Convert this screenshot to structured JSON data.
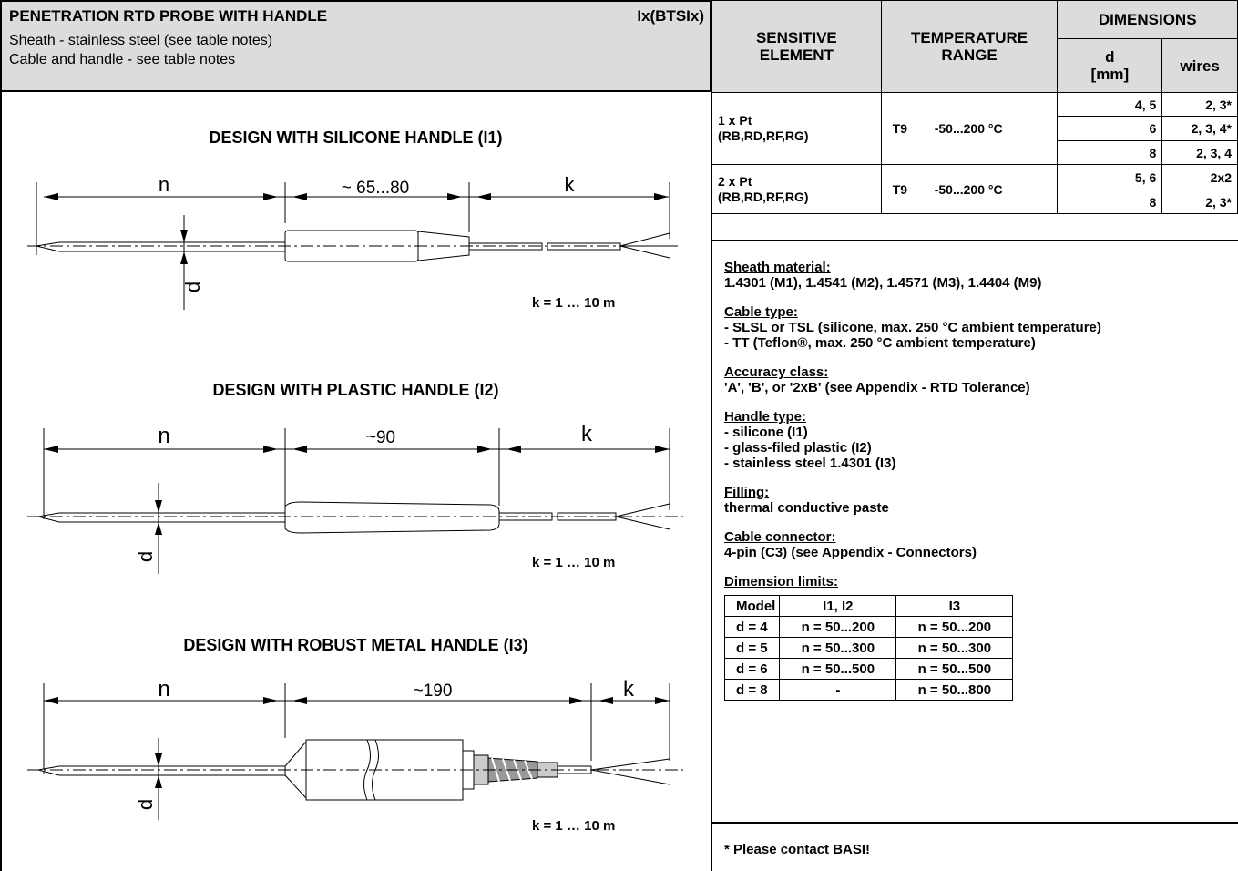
{
  "header": {
    "title": "PENETRATION RTD PROBE WITH HANDLE",
    "code": "Ix(BTSIx)",
    "subtitle_1": "Sheath - stainless steel (see table notes)",
    "subtitle_2": "Cable and handle - see table notes"
  },
  "spec_table": {
    "headers": {
      "sensitive_element": "SENSITIVE ELEMENT",
      "temperature_range": "TEMPERATURE RANGE",
      "dimensions": "DIMENSIONS",
      "d": "d [mm]",
      "wires": "wires"
    },
    "groups": [
      {
        "element_line1": "1 x Pt",
        "element_line2": "(RB,RD,RF,RG)",
        "range_code": "T9",
        "range": "-50...200 °C",
        "rows": [
          {
            "d": "4, 5",
            "wires": "2, 3*"
          },
          {
            "d": "6",
            "wires": "2, 3, 4*"
          },
          {
            "d": "8",
            "wires": "2, 3, 4"
          }
        ]
      },
      {
        "element_line1": "2 x Pt",
        "element_line2": "(RB,RD,RF,RG)",
        "range_code": "T9",
        "range": "-50...200 °C",
        "rows": [
          {
            "d": "5, 6",
            "wires": "2x2"
          },
          {
            "d": "8",
            "wires": "2, 3*"
          }
        ]
      }
    ]
  },
  "designs": [
    {
      "title": "DESIGN WITH SILICONE HANDLE (I1)",
      "n": "n",
      "handle": "~ 65...80",
      "k": "k",
      "d": "d",
      "k_range": "k = 1 … 10 m"
    },
    {
      "title": "DESIGN WITH PLASTIC HANDLE (I2)",
      "n": "n",
      "handle": "~90",
      "k": "k",
      "d": "d",
      "k_range": "k = 1 … 10 m"
    },
    {
      "title": "DESIGN WITH ROBUST METAL HANDLE (I3)",
      "n": "n",
      "handle": "~190",
      "k": "k",
      "d": "d",
      "k_range": "k = 1 … 10 m"
    }
  ],
  "notes": {
    "sheath_heading": "Sheath material:",
    "sheath_text": "1.4301 (M1), 1.4541 (M2), 1.4571 (M3), 1.4404 (M9)",
    "cable_heading": "Cable type:",
    "cable_line1": "- SLSL or TSL (silicone, max. 250 °C ambient temperature)",
    "cable_line2": "- TT (Teflon®, max. 250 °C ambient temperature)",
    "accuracy_heading": "Accuracy class:",
    "accuracy_text": "'A', 'B', or '2xB' (see Appendix - RTD Tolerance)",
    "handle_heading": "Handle type:",
    "handle_line1": "- silicone (I1)",
    "handle_line2": "- glass-filed plastic (I2)",
    "handle_line3": "- stainless steel 1.4301 (I3)",
    "filling_heading": "Filling:",
    "filling_text": "thermal conductive paste",
    "connector_heading": "Cable connector:",
    "connector_text": "4-pin (C3) (see Appendix - Connectors)",
    "limits_heading": "Dimension limits:"
  },
  "limits_table": {
    "headers": [
      "Model",
      "I1, I2",
      "I3"
    ],
    "rows": [
      [
        "d = 4",
        "n = 50...200",
        "n = 50...200"
      ],
      [
        "d = 5",
        "n = 50...300",
        "n = 50...300"
      ],
      [
        "d = 6",
        "n = 50...500",
        "n = 50...500"
      ],
      [
        "d = 8",
        "-",
        "n = 50...800"
      ]
    ]
  },
  "footer": {
    "contact": "* Please contact BASI!"
  }
}
